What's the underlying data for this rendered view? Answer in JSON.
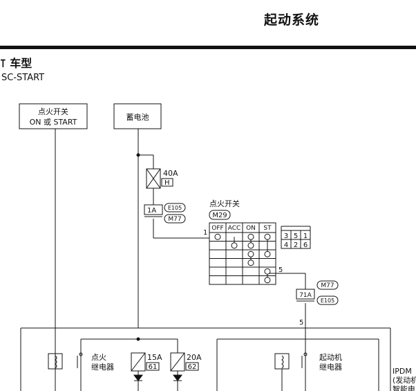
{
  "header": {
    "title": "起动系统",
    "section_title": "⊺ 车型",
    "diagram_code": "SC-START"
  },
  "labels": {
    "ign_box_line1": "点火开关",
    "ign_box_line2": "ON 或 START",
    "battery": "蓄电池",
    "fuse_40a_rating": "40A",
    "fuse_40a_code": "H",
    "connector_1a": "1A",
    "connector_e105": "E105",
    "connector_m77": "M77",
    "ign_switch_title": "点火开关",
    "ign_switch_connector": "M29",
    "switch_cols": [
      "OFF",
      "ACC",
      "ON",
      "ST"
    ],
    "pin_1": "1",
    "pin_5": "5",
    "pin_layout_top": [
      "3",
      "5",
      "1"
    ],
    "pin_layout_bottom": [
      "4",
      "2",
      "6"
    ],
    "connector_71a": "71A",
    "connector_m77_b": "M77",
    "connector_e105_b": "E105",
    "wire_5_label": "5",
    "ign_relay_line1": "点火",
    "ign_relay_line2": "继电器",
    "fuse_15a_rating": "15A",
    "fuse_15a_code": "61",
    "fuse_20a_rating": "20A",
    "fuse_20a_code": "62",
    "starter_relay_line1": "起动机",
    "starter_relay_line2": "继电器",
    "ipdm_line1": "IPDM",
    "ipdm_line2": "(发动机",
    "ipdm_line3": "智能电"
  },
  "switch_contacts": {
    "rows": 6,
    "cols": 4,
    "circles": [
      {
        "row": 0,
        "col": 0
      },
      {
        "row": 0,
        "col": 2
      },
      {
        "row": 0,
        "col": 3
      },
      {
        "row": 1,
        "col": 1
      },
      {
        "row": 1,
        "col": 2
      },
      {
        "row": 2,
        "col": 2
      },
      {
        "row": 2,
        "col": 3
      },
      {
        "row": 3,
        "col": 2
      },
      {
        "row": 4,
        "col": 3
      },
      {
        "row": 5,
        "col": 3
      }
    ],
    "links": [
      {
        "col": 1,
        "from": 0,
        "to": 1
      },
      {
        "col": 2,
        "from": 0,
        "to": 1
      },
      {
        "col": 2,
        "from": 2,
        "to": 3
      },
      {
        "col": 3,
        "from": 0,
        "to": 2
      },
      {
        "col": 3,
        "from": 4,
        "to": 5
      }
    ]
  }
}
